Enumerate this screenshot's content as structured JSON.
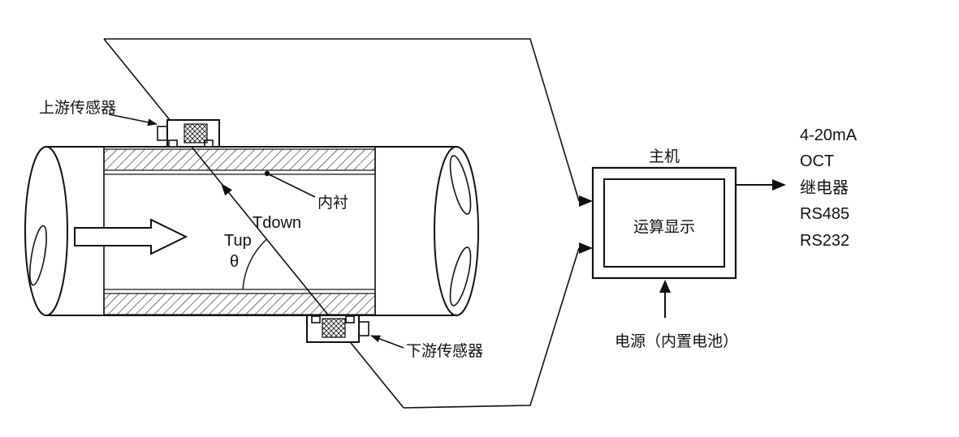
{
  "diagram": {
    "title_hint": "ultrasonic-flow-meter-schematic",
    "pipe": {
      "upstream_sensor_label": "上游传感器",
      "downstream_sensor_label": "下游传感器",
      "liner_label": "内衬",
      "tdown_label": "Tdown",
      "tup_label": "Tup",
      "theta_label": "θ"
    },
    "host": {
      "title": "主机",
      "display_label": "运算显示",
      "power_label": "电源（内置电池）"
    },
    "outputs": [
      "4-20mA",
      "OCT",
      "继电器",
      "RS485",
      "RS232"
    ],
    "colors": {
      "line": "#111111",
      "background": "#ffffff"
    }
  }
}
